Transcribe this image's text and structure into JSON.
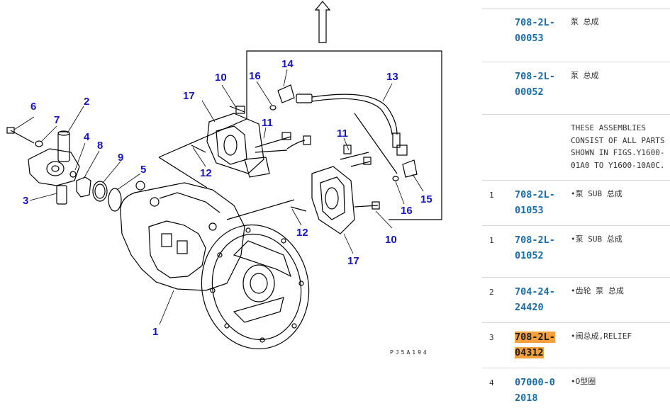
{
  "diagram": {
    "code": "PJ5A194",
    "callouts": {
      "c1": "1",
      "c2": "2",
      "c3": "3",
      "c4": "4",
      "c5": "5",
      "c6": "6",
      "c7": "7",
      "c8": "8",
      "c9": "9",
      "c10a": "10",
      "c10b": "10",
      "c11a": "11",
      "c11b": "11",
      "c12a": "12",
      "c12b": "12",
      "c13": "13",
      "c14": "14",
      "c15": "15",
      "c16a": "16",
      "c16b": "16",
      "c17a": "17",
      "c17b": "17"
    }
  },
  "parts": [
    {
      "qty": "",
      "part_no": "708-2L-00053",
      "desc": "泵 总成",
      "highlight": false
    },
    {
      "qty": "",
      "part_no": "708-2L-00052",
      "desc": "泵 总成",
      "highlight": false
    },
    {
      "qty": "",
      "part_no": "",
      "desc": "THESE ASSEMBLIES CONSIST OF ALL PARTS SHOWN IN FIGS.Y1600-01A0 TO Y1600-10A0C.",
      "highlight": false
    },
    {
      "qty": "1",
      "part_no": "708-2L-01053",
      "desc": "•泵 SUB 总成",
      "highlight": false
    },
    {
      "qty": "1",
      "part_no": "708-2L-01052",
      "desc": "•泵 SUB 总成",
      "highlight": false
    },
    {
      "qty": "2",
      "part_no": "704-24-24420",
      "desc": "•齿轮 泵 总成",
      "highlight": false
    },
    {
      "qty": "3",
      "part_no": "708-2L-04312",
      "desc": "•阀总成,RELIEF",
      "highlight": true
    },
    {
      "qty": "4",
      "part_no": "07000-02018",
      "desc": "•O型圈",
      "highlight": false
    }
  ]
}
